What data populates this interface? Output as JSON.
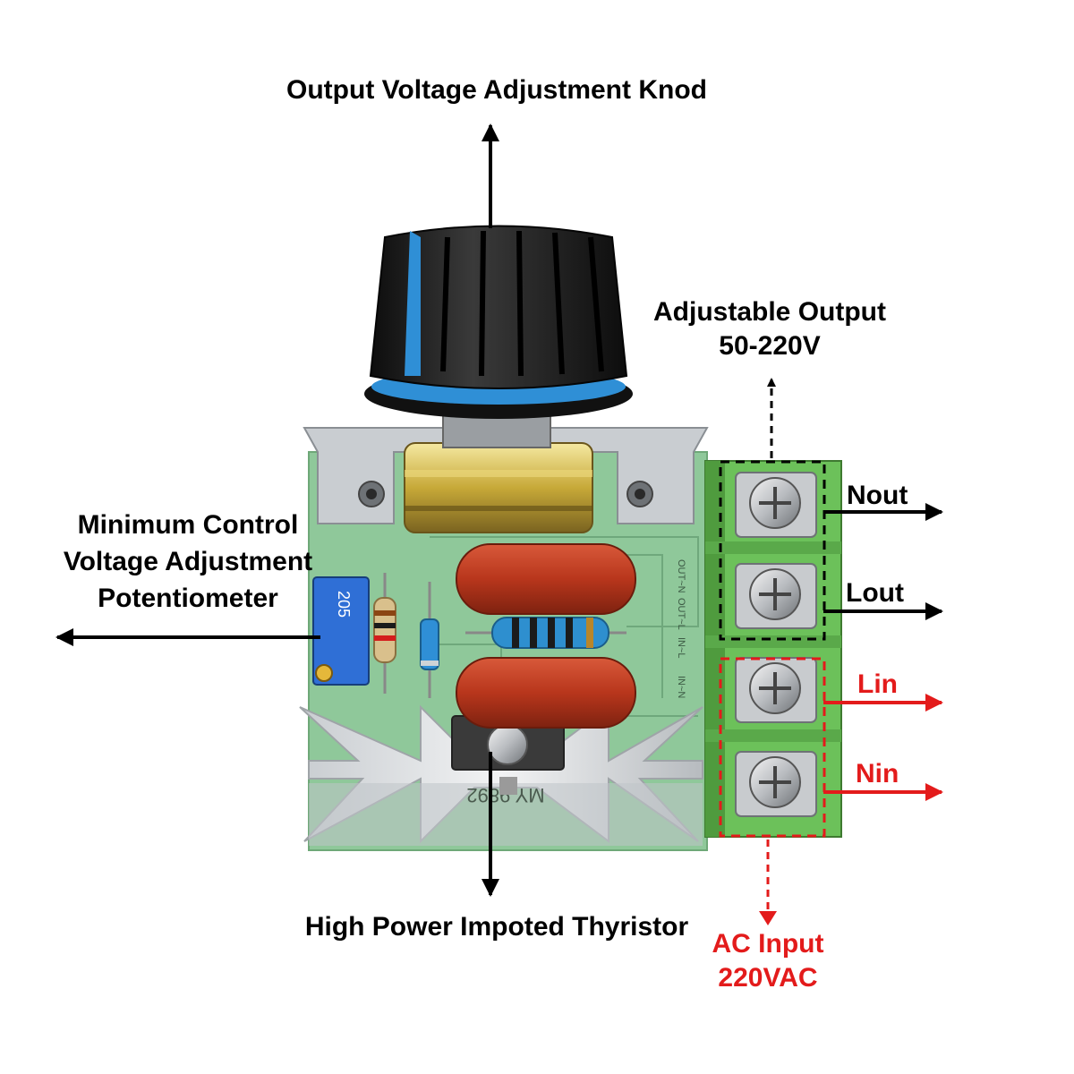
{
  "labels": {
    "knob": "Output Voltage Adjustment Knod",
    "output_line1": "Adjustable Output",
    "output_line2": "50-220V",
    "min_line1": "Minimum Control",
    "min_line2": "Voltage Adjustment",
    "min_line3": "Potentiometer",
    "nout": "Nout",
    "lout": "Lout",
    "lin": "Lin",
    "nin": "Nin",
    "thyristor": "High Power Impoted Thyristor",
    "input_line1": "AC Input",
    "input_line2": "220VAC"
  },
  "pcb_text": {
    "out_n": "OUT~N",
    "out_l": "OUT~L",
    "in_l": "IN~L",
    "in_n": "IN~N",
    "model": "MY-9892",
    "pot_text": "205"
  },
  "colors": {
    "pcb": "#8fc89a",
    "terminal_block": "#6cc15a",
    "knob_black": "#1f1f1f",
    "knob_blue": "#2f8fd6",
    "capacitor": "#b8361c",
    "heatsink": "#d9dde0",
    "arrow_black": "#000000",
    "arrow_red": "#e31b1b"
  }
}
